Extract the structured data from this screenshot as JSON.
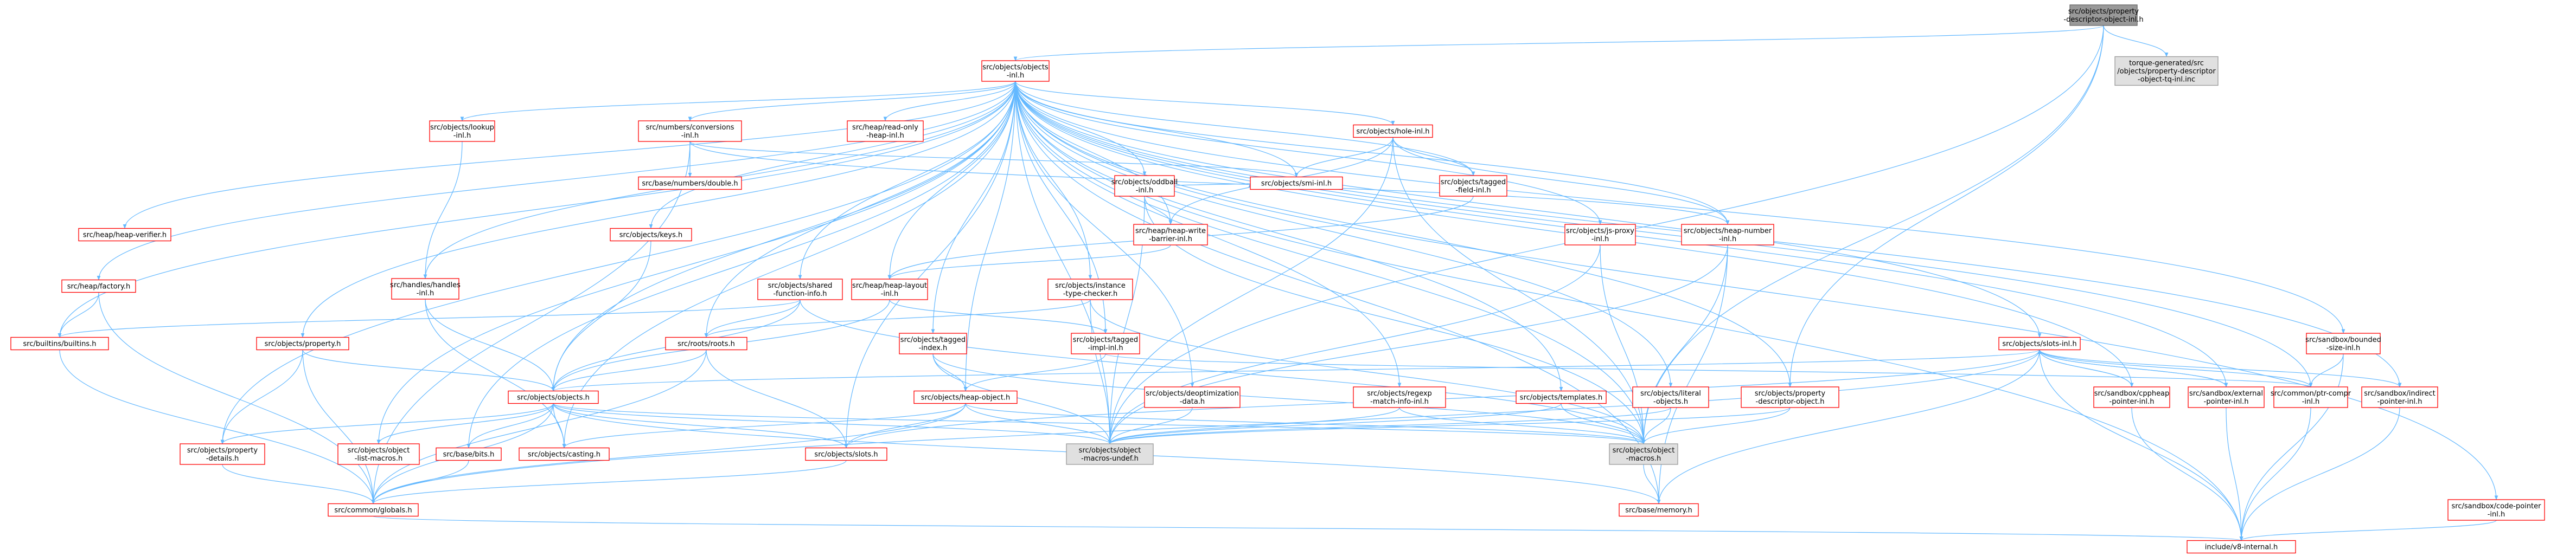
{
  "colors": {
    "edge": "#63b8ff",
    "red_border": "#ff0000",
    "gray_border": "#999999",
    "root_fill": "#999999",
    "root_border": "#666666",
    "text": "#000000",
    "gray_fill": "#e0e0e0"
  },
  "nodes": [
    {
      "id": "root",
      "lines": [
        "src/objects/property",
        "-descriptor-object-inl.h"
      ],
      "style": "root"
    },
    {
      "id": "tq",
      "lines": [
        "torque-generated/src",
        "/objects/property-descriptor",
        "-object-tq-inl.inc"
      ],
      "style": "gray"
    },
    {
      "id": "objinl",
      "lines": [
        "src/objects/objects",
        "-inl.h"
      ],
      "style": "red"
    },
    {
      "id": "lookup",
      "lines": [
        "src/objects/lookup",
        "-inl.h"
      ],
      "style": "red"
    },
    {
      "id": "numconv",
      "lines": [
        "src/numbers/conversions",
        "-inl.h"
      ],
      "style": "red"
    },
    {
      "id": "readonly",
      "lines": [
        "src/heap/read-only",
        "-heap-inl.h"
      ],
      "style": "red"
    },
    {
      "id": "holeinl",
      "lines": [
        "src/objects/hole-inl.h"
      ],
      "style": "red"
    },
    {
      "id": "heapverif",
      "lines": [
        "src/heap/heap-verifier.h"
      ],
      "style": "red"
    },
    {
      "id": "double",
      "lines": [
        "src/base/numbers/double.h"
      ],
      "style": "red"
    },
    {
      "id": "oddball",
      "lines": [
        "src/objects/oddball",
        "-inl.h"
      ],
      "style": "red"
    },
    {
      "id": "smiinl",
      "lines": [
        "src/objects/smi-inl.h"
      ],
      "style": "red"
    },
    {
      "id": "taggedfield",
      "lines": [
        "src/objects/tagged",
        "-field-inl.h"
      ],
      "style": "red"
    },
    {
      "id": "factory",
      "lines": [
        "src/heap/factory.h"
      ],
      "style": "red"
    },
    {
      "id": "handles",
      "lines": [
        "src/handles/handles",
        "-inl.h"
      ],
      "style": "red"
    },
    {
      "id": "keys",
      "lines": [
        "src/objects/keys.h"
      ],
      "style": "red"
    },
    {
      "id": "writebarrier",
      "lines": [
        "src/heap/heap-write",
        "-barrier-inl.h"
      ],
      "style": "red"
    },
    {
      "id": "jsproxy",
      "lines": [
        "src/objects/js-proxy",
        "-inl.h"
      ],
      "style": "red"
    },
    {
      "id": "heapnumber",
      "lines": [
        "src/objects/heap-number",
        "-inl.h"
      ],
      "style": "red"
    },
    {
      "id": "shared",
      "lines": [
        "src/objects/shared",
        "-function-info.h"
      ],
      "style": "red"
    },
    {
      "id": "heaplayout",
      "lines": [
        "src/heap/heap-layout",
        "-inl.h"
      ],
      "style": "red"
    },
    {
      "id": "instance",
      "lines": [
        "src/objects/instance",
        "-type-checker.h"
      ],
      "style": "red"
    },
    {
      "id": "builtins",
      "lines": [
        "src/builtins/builtins.h"
      ],
      "style": "red"
    },
    {
      "id": "property",
      "lines": [
        "src/objects/property.h"
      ],
      "style": "red"
    },
    {
      "id": "roots",
      "lines": [
        "src/roots/roots.h"
      ],
      "style": "red"
    },
    {
      "id": "taggedindex",
      "lines": [
        "src/objects/tagged",
        "-index.h"
      ],
      "style": "red"
    },
    {
      "id": "taggedimpl",
      "lines": [
        "src/objects/tagged",
        "-impl-inl.h"
      ],
      "style": "red"
    },
    {
      "id": "slotsinl",
      "lines": [
        "src/objects/slots-inl.h"
      ],
      "style": "red"
    },
    {
      "id": "sandboxbounded",
      "lines": [
        "src/sandbox/bounded",
        "-size-inl.h"
      ],
      "style": "red"
    },
    {
      "id": "objectsh",
      "lines": [
        "src/objects/objects.h"
      ],
      "style": "red"
    },
    {
      "id": "heapobject",
      "lines": [
        "src/objects/heap-object.h"
      ],
      "style": "red"
    },
    {
      "id": "deopt",
      "lines": [
        "src/objects/deoptimization",
        "-data.h"
      ],
      "style": "red"
    },
    {
      "id": "regexp",
      "lines": [
        "src/objects/regexp",
        "-match-info-inl.h"
      ],
      "style": "red"
    },
    {
      "id": "templates",
      "lines": [
        "src/objects/templates.h"
      ],
      "style": "red"
    },
    {
      "id": "literal",
      "lines": [
        "src/objects/literal",
        "-objects.h"
      ],
      "style": "red"
    },
    {
      "id": "propdesc",
      "lines": [
        "src/objects/property",
        "-descriptor-object.h"
      ],
      "style": "red"
    },
    {
      "id": "cppheap",
      "lines": [
        "src/sandbox/cppheap",
        "-pointer-inl.h"
      ],
      "style": "red"
    },
    {
      "id": "external",
      "lines": [
        "src/sandbox/external",
        "-pointer-inl.h"
      ],
      "style": "red"
    },
    {
      "id": "ptrcompr",
      "lines": [
        "src/common/ptr-compr",
        "-inl.h"
      ],
      "style": "red"
    },
    {
      "id": "indirect",
      "lines": [
        "src/sandbox/indirect",
        "-pointer-inl.h"
      ],
      "style": "red"
    },
    {
      "id": "propdetails",
      "lines": [
        "src/objects/property",
        "-details.h"
      ],
      "style": "red"
    },
    {
      "id": "listmacros",
      "lines": [
        "src/objects/object",
        "-list-macros.h"
      ],
      "style": "red"
    },
    {
      "id": "bits",
      "lines": [
        "src/base/bits.h"
      ],
      "style": "red"
    },
    {
      "id": "casting",
      "lines": [
        "src/objects/casting.h"
      ],
      "style": "red"
    },
    {
      "id": "slots",
      "lines": [
        "src/objects/slots.h"
      ],
      "style": "red"
    },
    {
      "id": "macrosundef",
      "lines": [
        "src/objects/object",
        "-macros-undef.h"
      ],
      "style": "gray"
    },
    {
      "id": "macros",
      "lines": [
        "src/objects/object",
        "-macros.h"
      ],
      "style": "gray"
    },
    {
      "id": "globals",
      "lines": [
        "src/common/globals.h"
      ],
      "style": "red"
    },
    {
      "id": "memory",
      "lines": [
        "src/base/memory.h"
      ],
      "style": "red"
    },
    {
      "id": "codepointer",
      "lines": [
        "src/sandbox/code-pointer",
        "-inl.h"
      ],
      "style": "red"
    },
    {
      "id": "v8internal",
      "lines": [
        "include/v8-internal.h"
      ],
      "style": "red"
    }
  ],
  "edges": [
    [
      "root",
      "tq"
    ],
    [
      "root",
      "objinl"
    ],
    [
      "root",
      "macros"
    ],
    [
      "root",
      "macrosundef"
    ],
    [
      "root",
      "propdesc"
    ],
    [
      "objinl",
      "lookup"
    ],
    [
      "objinl",
      "numconv"
    ],
    [
      "objinl",
      "readonly"
    ],
    [
      "objinl",
      "holeinl"
    ],
    [
      "objinl",
      "heapverif"
    ],
    [
      "objinl",
      "oddball"
    ],
    [
      "objinl",
      "smiinl"
    ],
    [
      "objinl",
      "taggedfield"
    ],
    [
      "objinl",
      "factory"
    ],
    [
      "objinl",
      "handles"
    ],
    [
      "objinl",
      "keys"
    ],
    [
      "objinl",
      "writebarrier"
    ],
    [
      "objinl",
      "jsproxy"
    ],
    [
      "objinl",
      "heapnumber"
    ],
    [
      "objinl",
      "shared"
    ],
    [
      "objinl",
      "heaplayout"
    ],
    [
      "objinl",
      "instance"
    ],
    [
      "objinl",
      "builtins"
    ],
    [
      "objinl",
      "property"
    ],
    [
      "objinl",
      "roots"
    ],
    [
      "objinl",
      "taggedindex"
    ],
    [
      "objinl",
      "taggedimpl"
    ],
    [
      "objinl",
      "slotsinl"
    ],
    [
      "objinl",
      "sandboxbounded"
    ],
    [
      "objinl",
      "objectsh"
    ],
    [
      "objinl",
      "heapobject"
    ],
    [
      "objinl",
      "deopt"
    ],
    [
      "objinl",
      "regexp"
    ],
    [
      "objinl",
      "templates"
    ],
    [
      "objinl",
      "literal"
    ],
    [
      "objinl",
      "propdesc"
    ],
    [
      "objinl",
      "cppheap"
    ],
    [
      "objinl",
      "external"
    ],
    [
      "objinl",
      "ptrcompr"
    ],
    [
      "objinl",
      "indirect"
    ],
    [
      "objinl",
      "propdetails"
    ],
    [
      "objinl",
      "listmacros"
    ],
    [
      "objinl",
      "bits"
    ],
    [
      "objinl",
      "casting"
    ],
    [
      "objinl",
      "slots"
    ],
    [
      "objinl",
      "macrosundef"
    ],
    [
      "objinl",
      "macros"
    ],
    [
      "objinl",
      "memory"
    ],
    [
      "objinl",
      "codepointer"
    ],
    [
      "objinl",
      "v8internal"
    ],
    [
      "lookup",
      "handles"
    ],
    [
      "numconv",
      "double"
    ],
    [
      "numconv",
      "smiinl"
    ],
    [
      "numconv",
      "globals"
    ],
    [
      "numconv",
      "heapnumber"
    ],
    [
      "holeinl",
      "smiinl"
    ],
    [
      "holeinl",
      "taggedfield"
    ],
    [
      "holeinl",
      "writebarrier"
    ],
    [
      "holeinl",
      "macros"
    ],
    [
      "holeinl",
      "macrosundef"
    ],
    [
      "holeinl",
      "heapnumber"
    ],
    [
      "oddball",
      "smiinl"
    ],
    [
      "oddball",
      "writebarrier"
    ],
    [
      "oddball",
      "macros"
    ],
    [
      "oddball",
      "macrosundef"
    ],
    [
      "taggedfield",
      "heaplayout"
    ],
    [
      "factory",
      "builtins"
    ],
    [
      "factory",
      "globals"
    ],
    [
      "handles",
      "objectsh"
    ],
    [
      "handles",
      "casting"
    ],
    [
      "keys",
      "objectsh"
    ],
    [
      "writebarrier",
      "heaplayout"
    ],
    [
      "jsproxy",
      "macros"
    ],
    [
      "jsproxy",
      "macrosundef"
    ],
    [
      "heapnumber",
      "macros"
    ],
    [
      "heapnumber",
      "macrosundef"
    ],
    [
      "heapnumber",
      "memory"
    ],
    [
      "shared",
      "objectsh"
    ],
    [
      "shared",
      "roots"
    ],
    [
      "shared",
      "macros"
    ],
    [
      "shared",
      "builtins"
    ],
    [
      "heaplayout",
      "objectsh"
    ],
    [
      "heaplayout",
      "taggedimpl"
    ],
    [
      "instance",
      "macros"
    ],
    [
      "instance",
      "macrosundef"
    ],
    [
      "instance",
      "roots"
    ],
    [
      "builtins",
      "globals"
    ],
    [
      "property",
      "objectsh"
    ],
    [
      "property",
      "propdetails"
    ],
    [
      "property",
      "globals"
    ],
    [
      "roots",
      "objectsh"
    ],
    [
      "roots",
      "globals"
    ],
    [
      "roots",
      "slots"
    ],
    [
      "taggedindex",
      "heapobject"
    ],
    [
      "taggedindex",
      "macros"
    ],
    [
      "taggedindex",
      "macrosundef"
    ],
    [
      "taggedimpl",
      "ptrcompr"
    ],
    [
      "taggedimpl",
      "heapobject"
    ],
    [
      "slotsinl",
      "objectsh"
    ],
    [
      "slotsinl",
      "slots"
    ],
    [
      "slotsinl",
      "cppheap"
    ],
    [
      "slotsinl",
      "external"
    ],
    [
      "slotsinl",
      "ptrcompr"
    ],
    [
      "slotsinl",
      "indirect"
    ],
    [
      "slotsinl",
      "v8internal"
    ],
    [
      "slotsinl",
      "memory"
    ],
    [
      "slotsinl",
      "globals"
    ],
    [
      "sandboxbounded",
      "ptrcompr"
    ],
    [
      "sandboxbounded",
      "v8internal"
    ],
    [
      "objectsh",
      "propdetails"
    ],
    [
      "objectsh",
      "listmacros"
    ],
    [
      "objectsh",
      "bits"
    ],
    [
      "objectsh",
      "casting"
    ],
    [
      "objectsh",
      "slots"
    ],
    [
      "objectsh",
      "macros"
    ],
    [
      "objectsh",
      "macrosundef"
    ],
    [
      "objectsh",
      "memory"
    ],
    [
      "objectsh",
      "globals"
    ],
    [
      "heapobject",
      "casting"
    ],
    [
      "heapobject",
      "slots"
    ],
    [
      "heapobject",
      "macros"
    ],
    [
      "heapobject",
      "macrosundef"
    ],
    [
      "heapobject",
      "globals"
    ],
    [
      "deopt",
      "macrosundef"
    ],
    [
      "regexp",
      "macros"
    ],
    [
      "regexp",
      "macrosundef"
    ],
    [
      "templates",
      "macros"
    ],
    [
      "templates",
      "macrosundef"
    ],
    [
      "literal",
      "macros"
    ],
    [
      "literal",
      "macrosundef"
    ],
    [
      "propdesc",
      "macros"
    ],
    [
      "propdesc",
      "macrosundef"
    ],
    [
      "cppheap",
      "v8internal"
    ],
    [
      "cppheap",
      "slotsinl"
    ],
    [
      "external",
      "v8internal"
    ],
    [
      "external",
      "slotsinl"
    ],
    [
      "ptrcompr",
      "v8internal"
    ],
    [
      "indirect",
      "v8internal"
    ],
    [
      "propdetails",
      "globals"
    ],
    [
      "slots",
      "globals"
    ],
    [
      "macros",
      "memory"
    ],
    [
      "globals",
      "v8internal"
    ],
    [
      "codepointer",
      "v8internal"
    ],
    [
      "bits",
      "globals"
    ]
  ]
}
